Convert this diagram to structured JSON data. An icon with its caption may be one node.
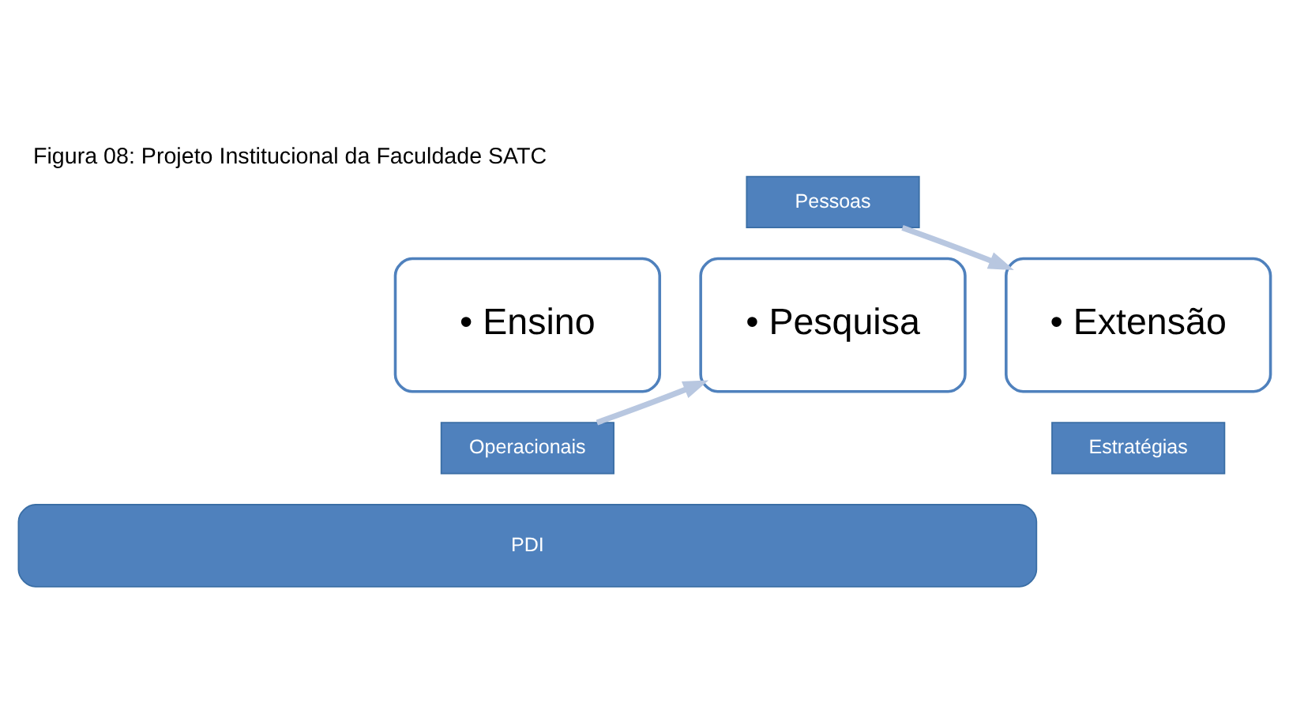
{
  "diagram": {
    "title": "Figura 08: Projeto Institucional da Faculdade SATC",
    "nodes": [
      {
        "text": [
          "• Ensino"
        ]
      },
      {
        "text": [
          "Operacionais"
        ]
      },
      {
        "text": [
          "Pessoas"
        ]
      },
      {
        "text": [
          "• Pesquisa"
        ]
      },
      {
        "text": [
          "• Extensão"
        ]
      },
      {
        "text": [
          "Estratégias"
        ]
      },
      {
        "text": [
          "PDI"
        ]
      }
    ],
    "edges": [
      {
        "from": 1,
        "to": 3,
        "arrow": "to"
      },
      {
        "from": 2,
        "to": 4,
        "arrow": "to"
      }
    ]
  }
}
